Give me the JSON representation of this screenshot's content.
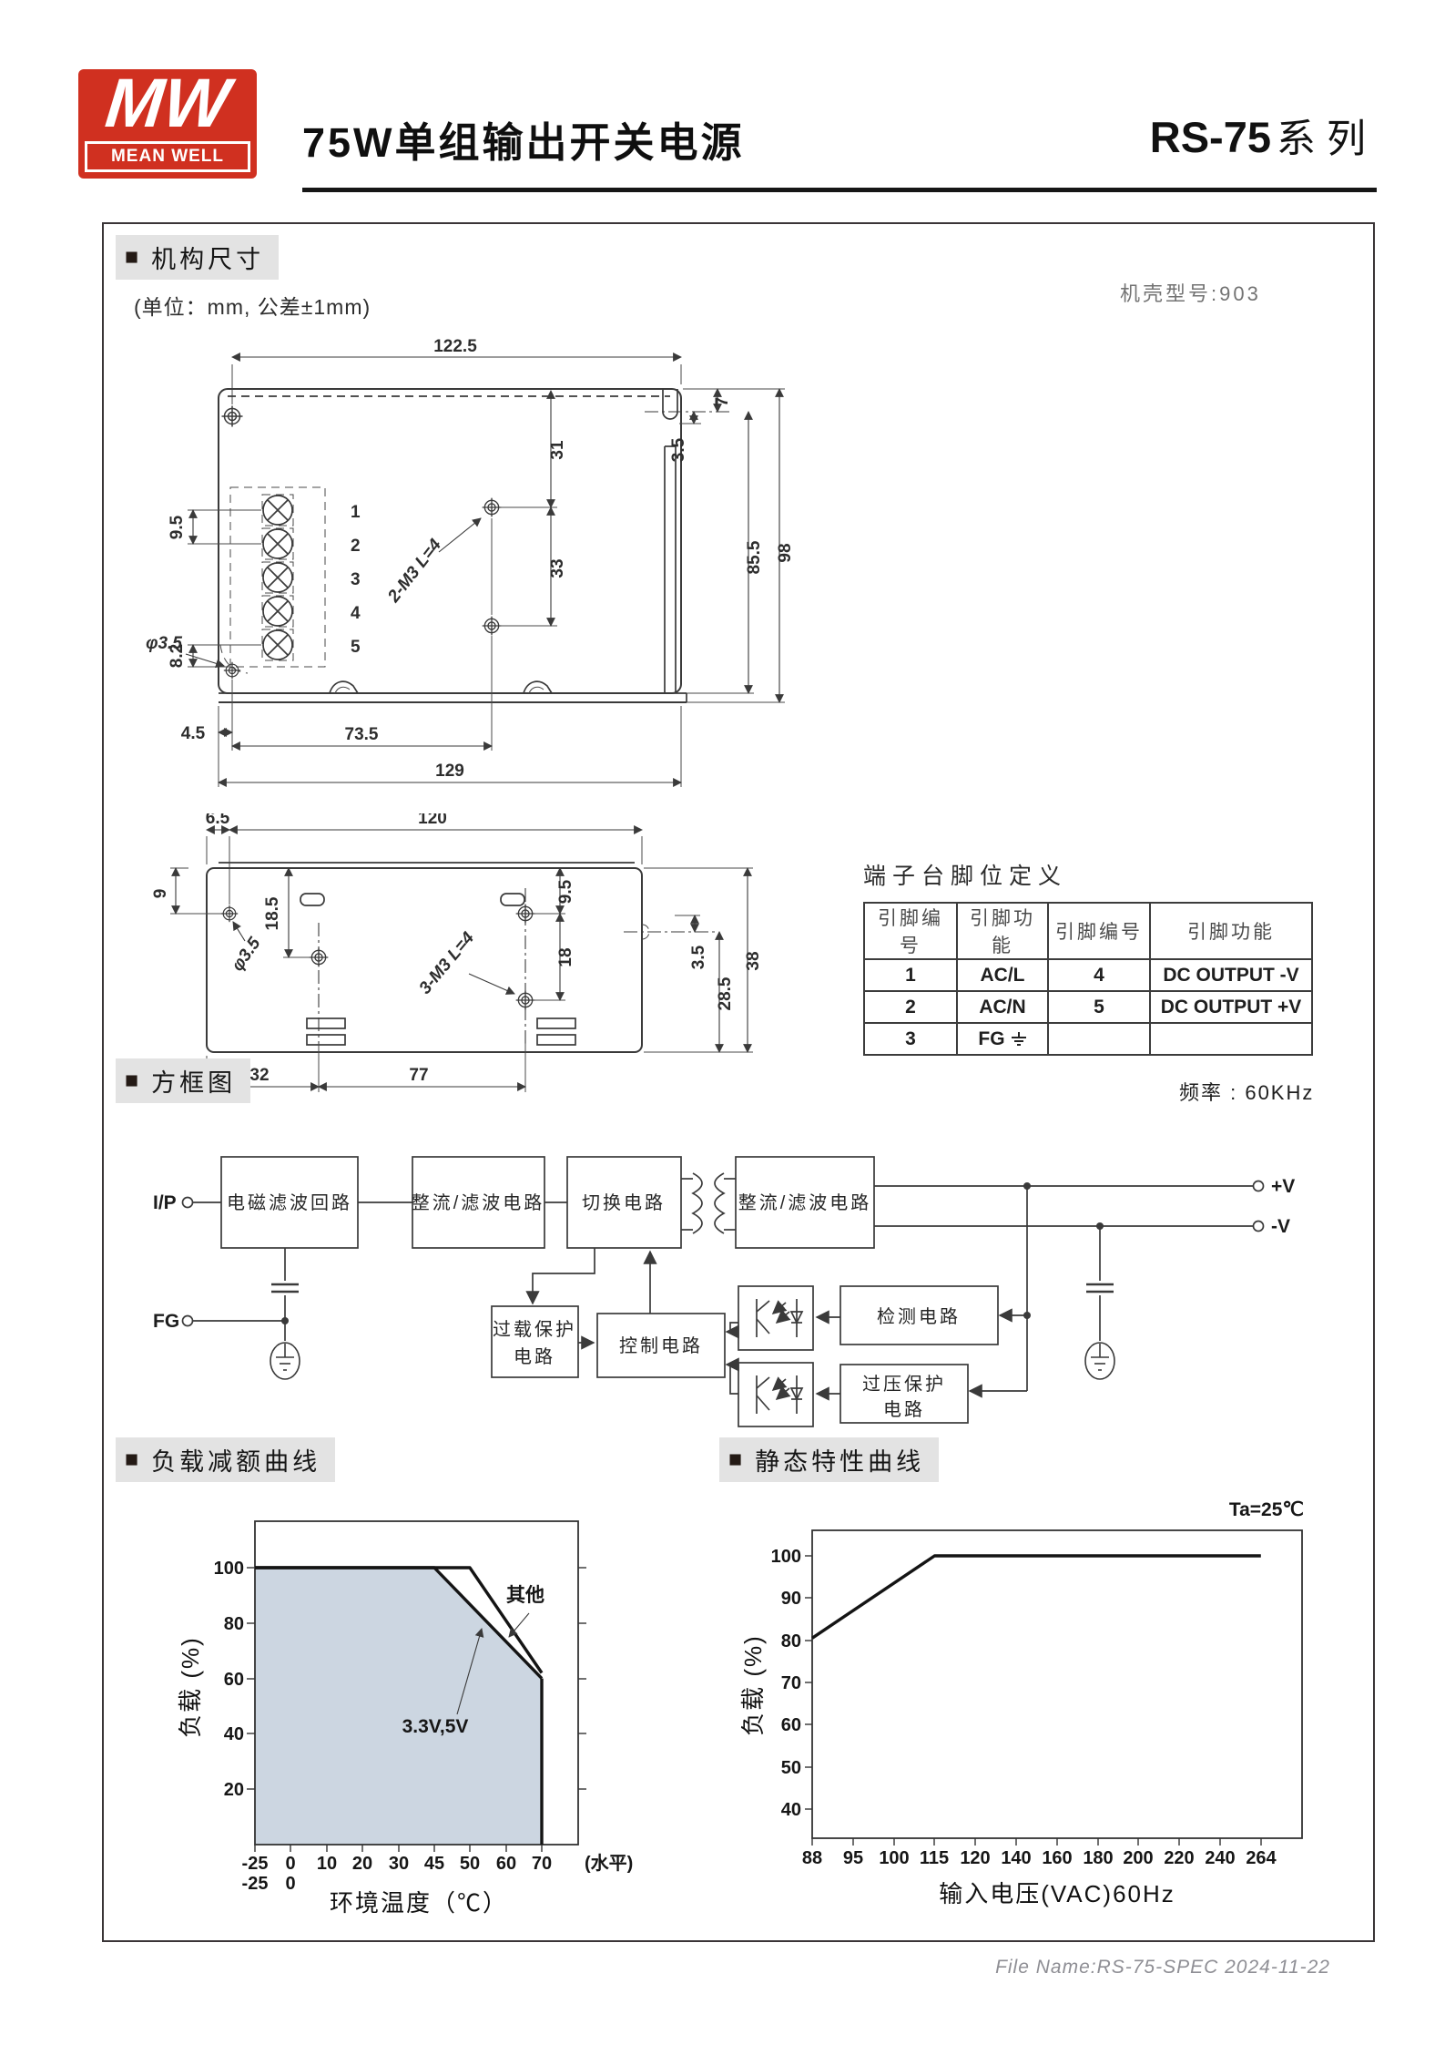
{
  "ui": {
    "marker": "■"
  },
  "header": {
    "logo_mw": "MW",
    "logo_mean_well": "MEAN WELL",
    "title": "75W单组输出开关电源",
    "series": "RS-75",
    "series_suffix": "系列"
  },
  "mech": {
    "section_title": "机构尺寸",
    "unit_note": "(单位：mm, 公差±1mm)",
    "case_type": "机壳型号:903",
    "top_view": {
      "dim_width": "122.5",
      "pin_pitch": "9.5",
      "pin_bottom": "8.2",
      "pins": [
        "1",
        "2",
        "3",
        "4",
        "5"
      ],
      "dim_31": "31",
      "dim_33": "33",
      "screw_note": "2-M3 L=4",
      "dim_7": "7",
      "dim_3_5": "3.5",
      "dim_85_5": "85.5",
      "dim_98": "98",
      "hole_note": "φ3.5",
      "dim_4_5": "4.5",
      "dim_73_5": "73.5",
      "dim_129": "129"
    },
    "bottom_view": {
      "dim_6_5": "6.5",
      "dim_120": "120",
      "dim_9": "9",
      "dim_18_5": "18.5",
      "hole_note": "φ3.5",
      "screw_note": "3-M3 L=4",
      "dim_9_5": "9.5",
      "dim_18": "18",
      "dim_3_5": "3.5",
      "dim_28_5": "28.5",
      "dim_38": "38",
      "dim_32": "32",
      "dim_77": "77"
    }
  },
  "terminal_table": {
    "title": "端子台脚位定义",
    "headers": [
      "引脚编号",
      "引脚功能",
      "引脚编号",
      "引脚功能"
    ],
    "rows": [
      [
        "1",
        "AC/L",
        "4",
        "DC OUTPUT -V"
      ],
      [
        "2",
        "AC/N",
        "5",
        "DC OUTPUT +V"
      ],
      [
        "3",
        "FG",
        "",
        ""
      ]
    ]
  },
  "block_diagram": {
    "section_title": "方框图",
    "frequency_note": "频率 : 60KHz",
    "input_label": "I/P",
    "fg_label": "FG",
    "out_pos": "+V",
    "out_neg": "-V",
    "emi": "电磁滤波回路",
    "rectifier_in": "整流/滤波电路",
    "switching": "切换电路",
    "rectifier_out": "整流/滤波电路",
    "overload_l1": "过载保护",
    "overload_l2": "电路",
    "control": "控制电路",
    "detection": "检测电路",
    "ovp_l1": "过压保护",
    "ovp_l2": "电路"
  },
  "charts": {
    "left_section_title": "负载减额曲线",
    "right_section_title": "静态特性曲线"
  },
  "chart_data": [
    {
      "type": "area",
      "title": "负载减额曲线",
      "xlabel": "环境温度（℃）",
      "ylabel": "负载 (%)",
      "x_ticks": [
        "-25",
        "0",
        "10",
        "20",
        "30",
        "45",
        "50",
        "60",
        "70"
      ],
      "x_ticks_row2": [
        "-25",
        "0"
      ],
      "x_axis_suffix": "(水平)",
      "y_ticks": [
        20,
        40,
        60,
        80,
        100
      ],
      "ylim": [
        0,
        110
      ],
      "grid": false,
      "series": [
        {
          "name": "其他",
          "points": [
            [
              -25,
              100
            ],
            [
              50,
              100
            ],
            [
              70,
              62
            ]
          ]
        },
        {
          "name": "3.3V,5V",
          "points": [
            [
              -25,
              100
            ],
            [
              45,
              100
            ],
            [
              70,
              60
            ]
          ]
        }
      ],
      "fill_series": "3.3V,5V",
      "fill_color": "#ccd6e1",
      "drop_at_x": 70
    },
    {
      "type": "line",
      "title": "静态特性曲线",
      "annotation": "Ta=25℃",
      "xlabel": "输入电压(VAC)60Hz",
      "ylabel": "负载 (%)",
      "x_ticks": [
        88,
        95,
        100,
        115,
        120,
        140,
        160,
        180,
        200,
        220,
        240,
        264
      ],
      "y_ticks": [
        40,
        50,
        60,
        70,
        80,
        90,
        100
      ],
      "ylim": [
        30,
        107
      ],
      "grid": false,
      "points": [
        [
          88,
          80.5
        ],
        [
          115,
          100
        ],
        [
          264,
          100
        ]
      ]
    }
  ],
  "footer": {
    "file_note": "File Name:RS-75-SPEC  2024-11-22"
  }
}
